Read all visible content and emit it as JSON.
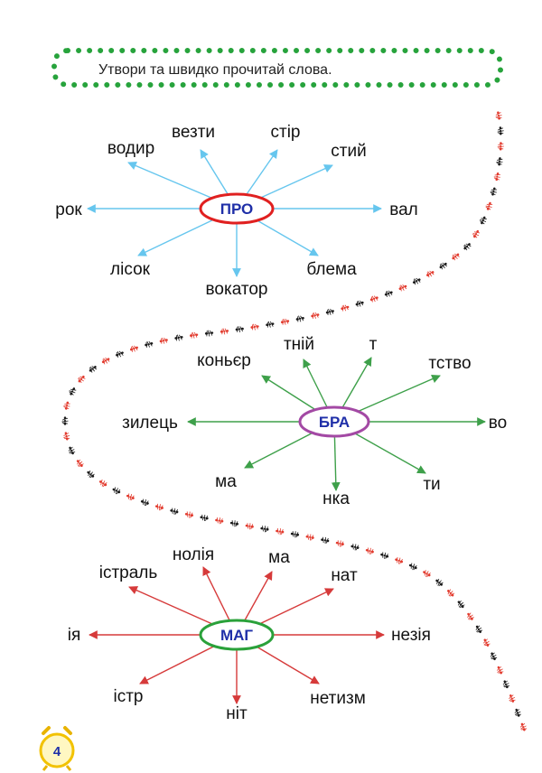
{
  "instruction": "Утвори та швидко прочитай слова.",
  "page_number": "4",
  "clusters": [
    {
      "hub": "ПРО",
      "ring_color": "#e02020",
      "arrow_color": "#66c6ee",
      "words": [
        "водир",
        "везти",
        "стір",
        "стий",
        "рок",
        "вал",
        "лісок",
        "вокатор",
        "блема"
      ]
    },
    {
      "hub": "БРА",
      "ring_color": "#a349a4",
      "arrow_color": "#3ea04a",
      "words": [
        "коньєр",
        "тній",
        "т",
        "тство",
        "зилець",
        "во",
        "ма",
        "нка",
        "ти"
      ]
    },
    {
      "hub": "МАГ",
      "ring_color": "#2aa13a",
      "arrow_color": "#d63a3a",
      "words": [
        "істраль",
        "нолія",
        "ма",
        "нат",
        "ія",
        "незія",
        "істр",
        "ніт",
        "нетизм"
      ]
    }
  ]
}
